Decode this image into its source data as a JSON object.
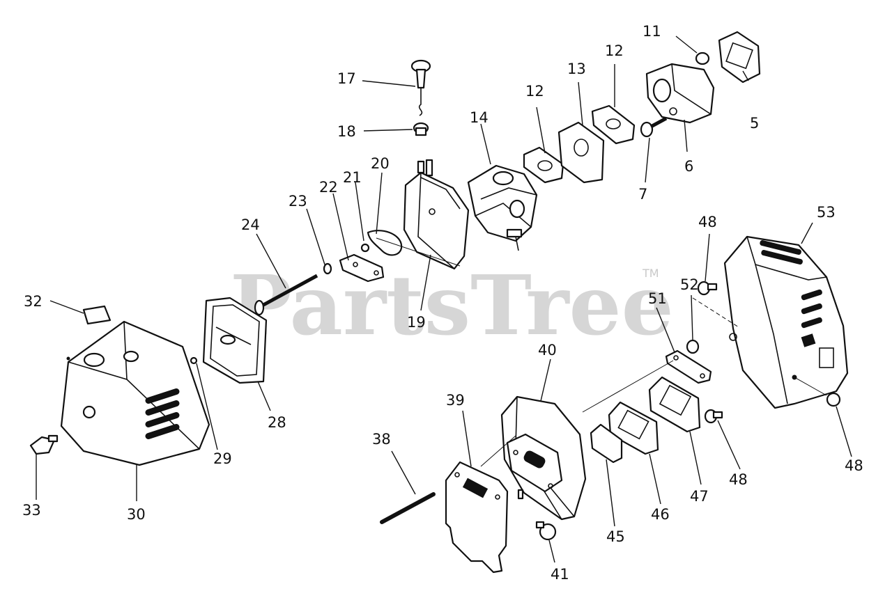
{
  "watermark": {
    "text": "PartsTree",
    "trademark": "TM"
  },
  "callouts": {
    "c5": "5",
    "c6": "6",
    "c7": "7",
    "c11": "11",
    "c12a": "12",
    "c12b": "12",
    "c13": "13",
    "c14": "14",
    "c17": "17",
    "c18": "18",
    "c19": "19",
    "c20": "20",
    "c21": "21",
    "c22": "22",
    "c23": "23",
    "c24": "24",
    "c28": "28",
    "c29": "29",
    "c30": "30",
    "c32": "32",
    "c33": "33",
    "c38": "38",
    "c39": "39",
    "c40": "40",
    "c41": "41",
    "c45": "45",
    "c46": "46",
    "c47": "47",
    "c48a": "48",
    "c48b": "48",
    "c48c": "48",
    "c51": "51",
    "c52": "52",
    "c53": "53"
  }
}
